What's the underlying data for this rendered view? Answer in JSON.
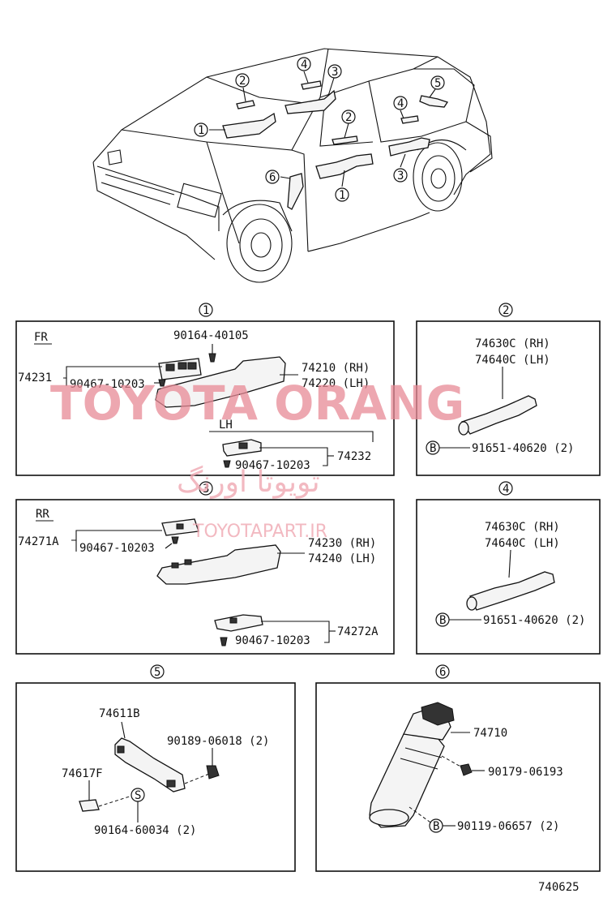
{
  "watermark": {
    "main": "TOYOTA ORANG",
    "persian": "تویوتا اورنگ",
    "site": "TOYOTAPART.IR"
  },
  "diagram_code": "740625",
  "overview_markers": [
    "1",
    "2",
    "3",
    "4",
    "5",
    "6"
  ],
  "sections": [
    {
      "id": "1",
      "label": "FR",
      "sublabel": "LH",
      "parts": {
        "screw": "90164-40105",
        "armrest_rh": "74210 (RH)",
        "armrest_lh": "74220 (LH)",
        "switch_base": "74231",
        "clip1": "90467-10203",
        "clip2": "90467-10203",
        "switch_base_lh": "74232"
      }
    },
    {
      "id": "2",
      "parts": {
        "grip_rh": "74630C (RH)",
        "grip_lh": "74640C (LH)",
        "screw_marker": "B",
        "screw": "91651-40620 (2)"
      }
    },
    {
      "id": "3",
      "label": "RR",
      "parts": {
        "armrest_rh": "74230 (RH)",
        "armrest_lh": "74240 (LH)",
        "base": "74271A",
        "clip1": "90467-10203",
        "clip2": "90467-10203",
        "base2": "74272A"
      }
    },
    {
      "id": "4",
      "parts": {
        "grip_rh": "74630C (RH)",
        "grip_lh": "74640C (LH)",
        "screw_marker": "B",
        "screw": "91651-40620 (2)"
      }
    },
    {
      "id": "5",
      "parts": {
        "grip": "74611B",
        "bolt": "90189-06018 (2)",
        "cap": "74617F",
        "screw_marker": "S",
        "screw": "90164-60034 (2)"
      }
    },
    {
      "id": "6",
      "parts": {
        "assist": "74710",
        "nut": "90179-06193",
        "screw_marker": "B",
        "screw": "90119-06657 (2)"
      }
    }
  ]
}
